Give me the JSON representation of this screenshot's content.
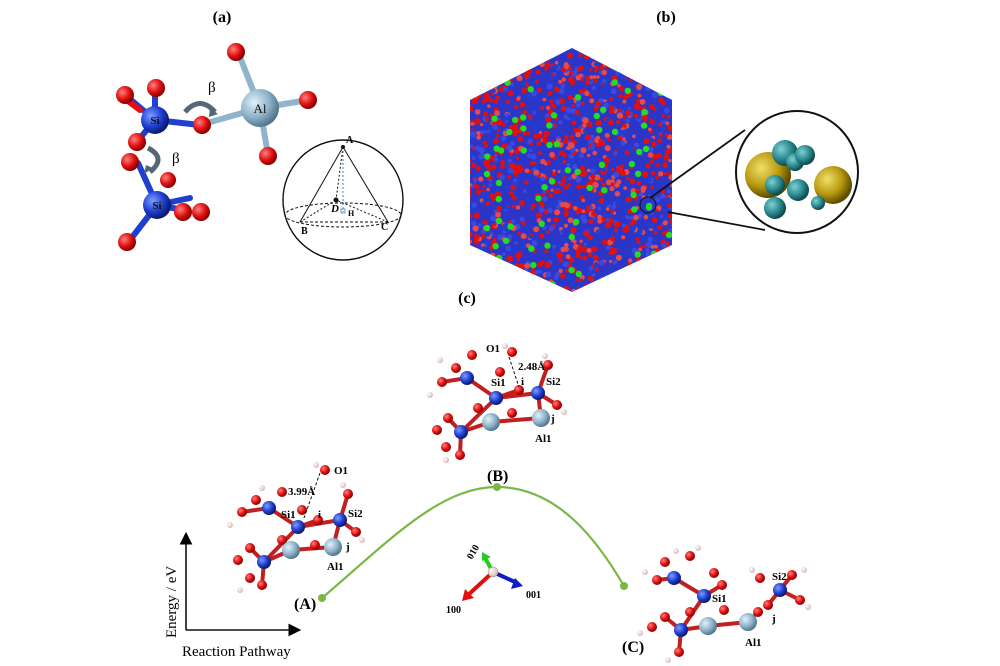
{
  "panels": {
    "a": {
      "label": "(a)",
      "atoms": {
        "si_top": "Si",
        "si_bottom": "Si",
        "al": "Al"
      },
      "angle_symbol": "β",
      "sphere": {
        "a": "A",
        "b": "B",
        "c": "C",
        "d": "D",
        "h": "H"
      }
    },
    "b": {
      "label": "(b)"
    },
    "c": {
      "label": "(c)"
    }
  },
  "pathway": {
    "y_axis_label": "Energy / eV",
    "x_axis_label": "Reaction Pathway",
    "states": [
      {
        "tag": "(A)",
        "distance": "3.99Å",
        "o": "O1",
        "si1": "Si1",
        "si2": "Si2",
        "al": "Al1",
        "i": "i",
        "j": "j"
      },
      {
        "tag": "(B)",
        "distance": "2.48Å",
        "o": "O1",
        "si1": "Si1",
        "si2": "Si2",
        "al": "Al1",
        "i": "i",
        "j": "j"
      },
      {
        "tag": "(C)",
        "si1": "Si1",
        "si2": "Si2",
        "al": "Al1",
        "j": "j"
      }
    ],
    "axes_triad": {
      "x": "100",
      "y": "010",
      "z": "001"
    }
  },
  "colors": {
    "oxygen": "#e01010",
    "silicon": "#1e3fd0",
    "aluminum": "#8fb4cc",
    "hydrogen": "#f2dede",
    "curve": "#7ab648",
    "teal": "#2a8a8f",
    "gold": "#b89a10",
    "green": "#22dd22"
  }
}
